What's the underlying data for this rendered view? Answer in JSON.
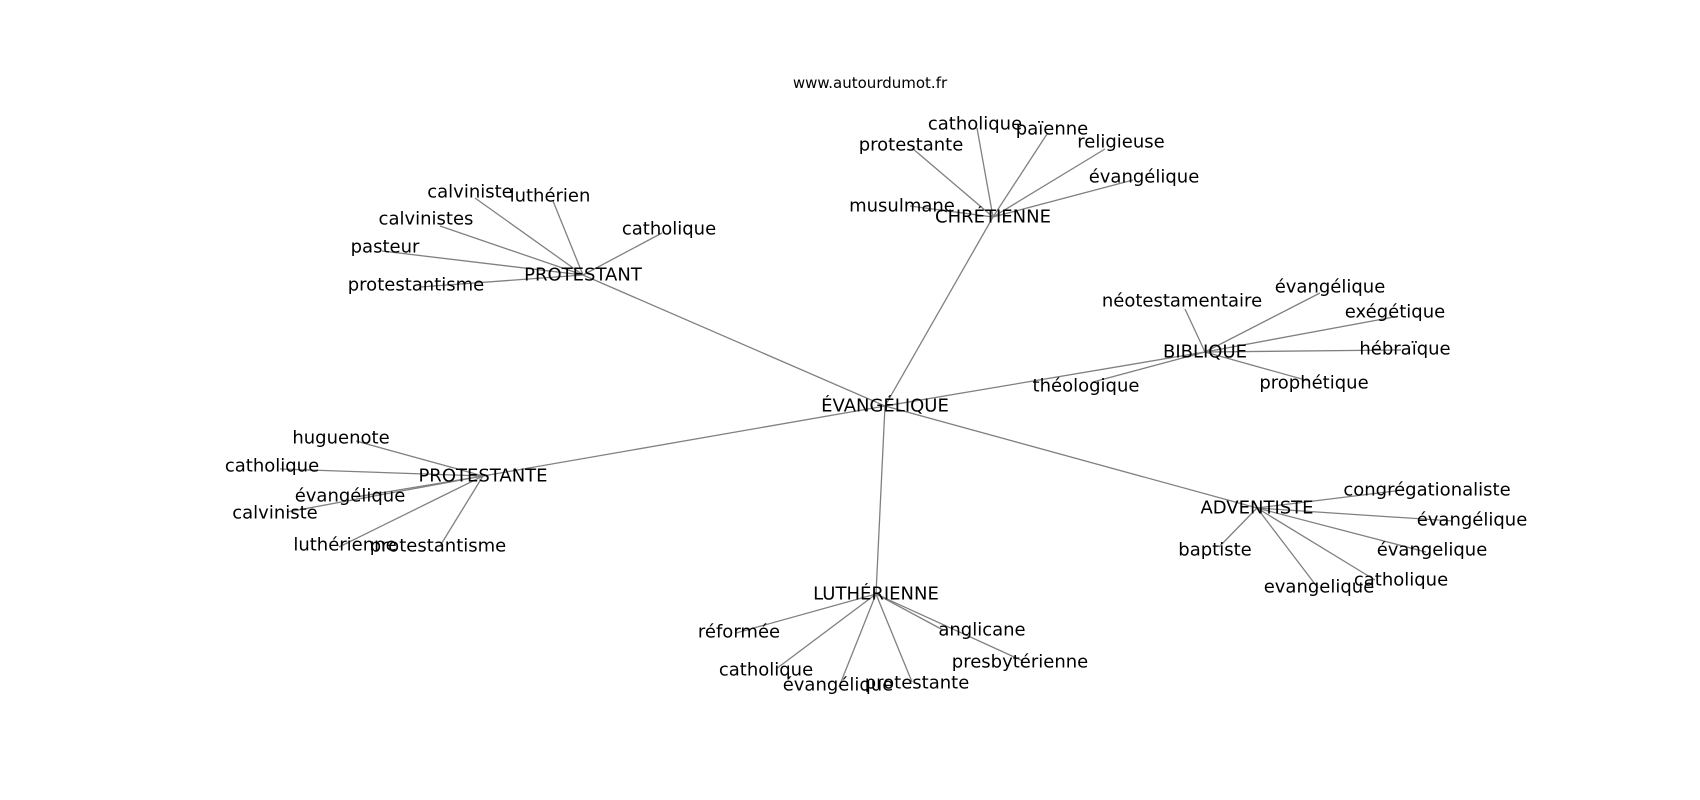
{
  "credit": "www.autourdumot.fr",
  "center": "ÉVANGÉLIQUE",
  "colors": {
    "edge": "#808080",
    "text": "#000000",
    "background": "#ffffff"
  },
  "clusters": [
    {
      "id": "protestant",
      "label": "PROTESTANT",
      "leaves": [
        "calviniste",
        "luthérien",
        "calvinistes",
        "catholique",
        "pasteur",
        "protestantisme"
      ]
    },
    {
      "id": "chretienne",
      "label": "CHRÉTIENNE",
      "leaves": [
        "catholique",
        "païenne",
        "protestante",
        "religieuse",
        "évangélique",
        "musulmane"
      ]
    },
    {
      "id": "biblique",
      "label": "BIBLIQUE",
      "leaves": [
        "néotestamentaire",
        "évangélique",
        "exégétique",
        "hébraïque",
        "théologique",
        "prophétique"
      ]
    },
    {
      "id": "protestante",
      "label": "PROTESTANTE",
      "leaves": [
        "huguenote",
        "catholique",
        "évangélique",
        "calviniste",
        "luthérienne",
        "protestantisme"
      ]
    },
    {
      "id": "adventiste",
      "label": "ADVENTISTE",
      "leaves": [
        "congrégationaliste",
        "évangélique",
        "baptiste",
        "évangelique",
        "catholique",
        "evangelique"
      ]
    },
    {
      "id": "lutherienne",
      "label": "LUTHÉRIENNE",
      "leaves": [
        "réformée",
        "anglicane",
        "presbytérienne",
        "catholique",
        "évangélique",
        "protestante"
      ]
    }
  ]
}
